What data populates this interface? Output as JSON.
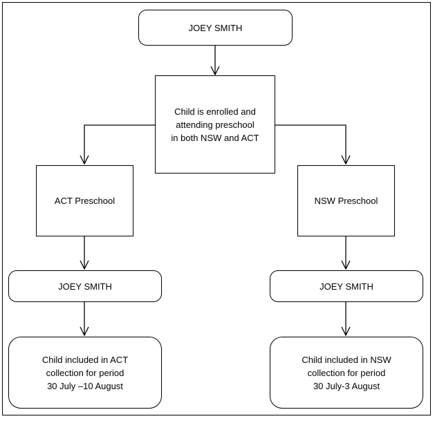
{
  "nodes": {
    "top_name": "JOEY SMITH",
    "enrolled": "Child is enrolled and\nattending preschool\nin both NSW and ACT",
    "act_preschool": "ACT Preschool",
    "nsw_preschool": "NSW Preschool",
    "act_name": "JOEY SMITH",
    "nsw_name": "JOEY SMITH",
    "act_result": "Child included in ACT\ncollection for period\n30 July –10 August",
    "nsw_result": "Child included in NSW\ncollection for period\n30 July-3 August"
  }
}
